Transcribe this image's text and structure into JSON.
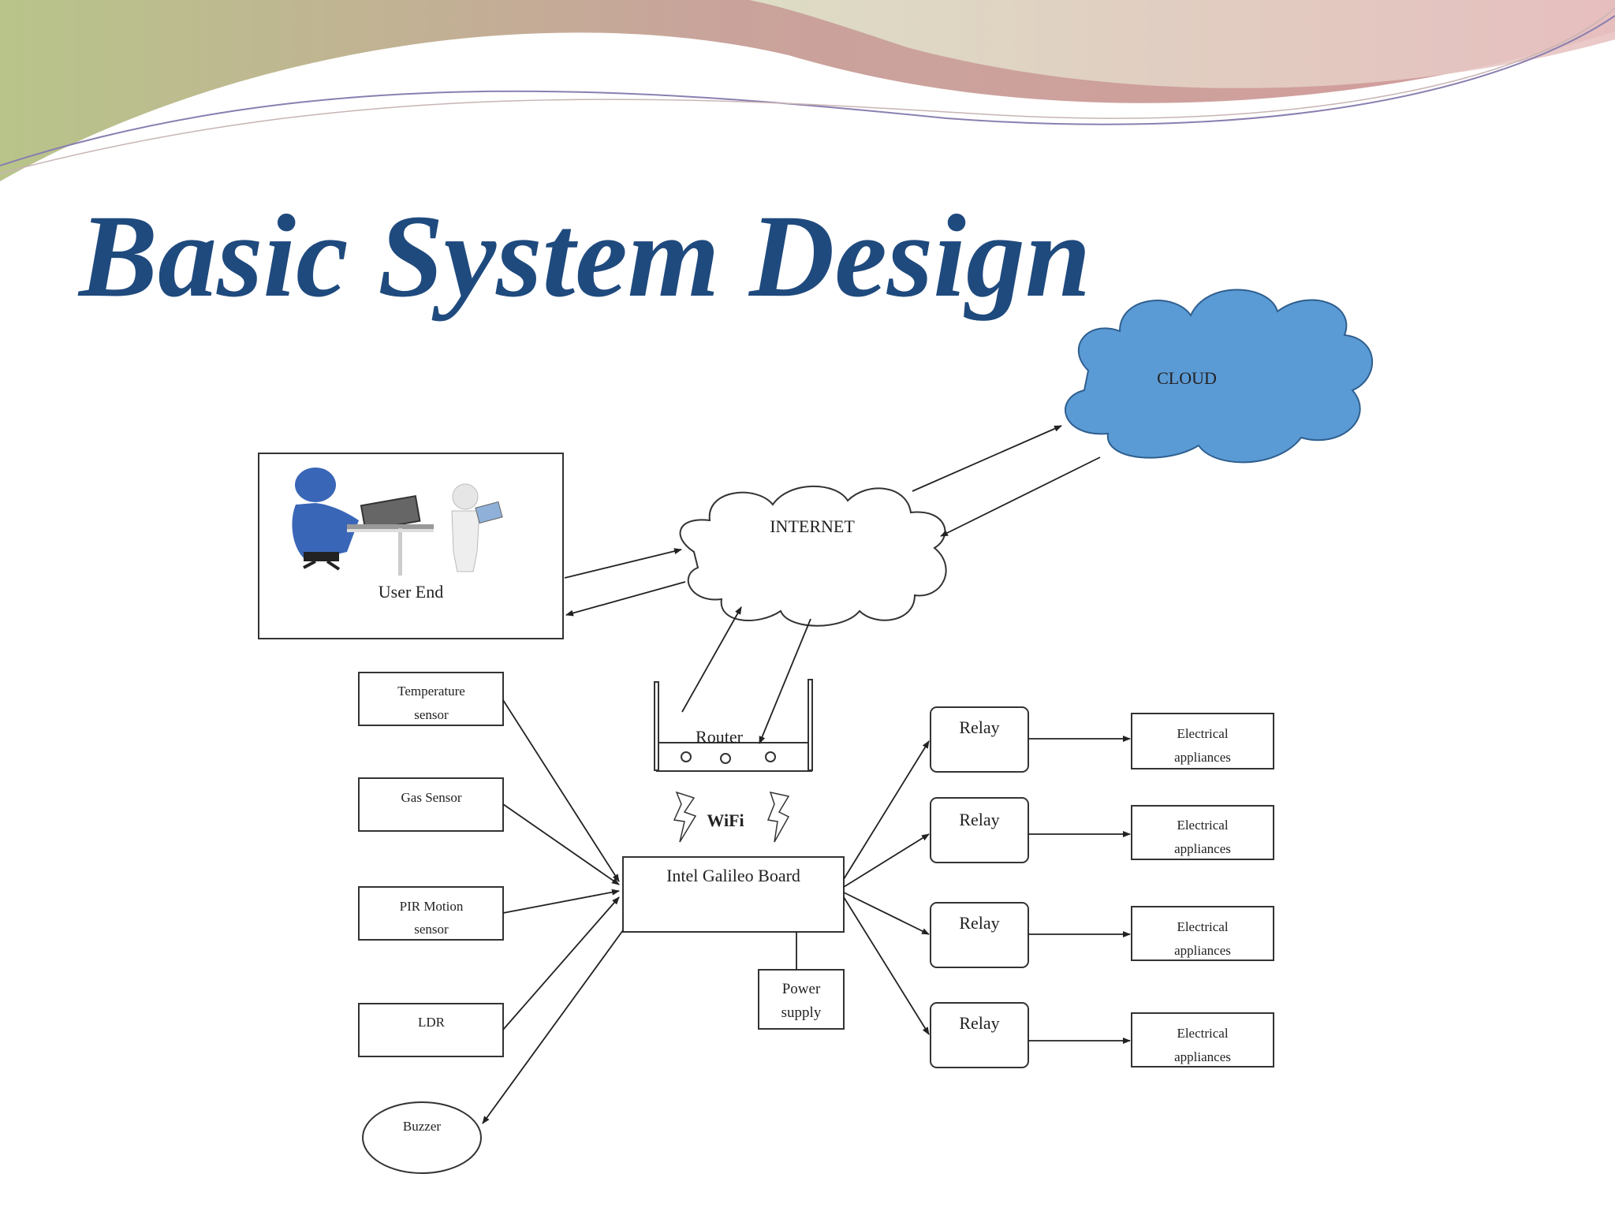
{
  "slide": {
    "title": "Basic System Design"
  },
  "diagram": {
    "cloud": "CLOUD",
    "internet": "INTERNET",
    "user_end": "User End",
    "router": "Router",
    "wifi": "WiFi",
    "board": "Intel Galileo Board",
    "power": [
      "Power",
      "supply"
    ],
    "sensors": {
      "temperature": [
        "Temperature",
        "sensor"
      ],
      "gas": "Gas Sensor",
      "pir": [
        "PIR Motion",
        "sensor"
      ],
      "ldr": "LDR"
    },
    "buzzer": "Buzzer",
    "relays": [
      "Relay",
      "Relay",
      "Relay",
      "Relay"
    ],
    "appliances": [
      [
        "Electrical",
        "appliances"
      ],
      [
        "Electrical",
        "appliances"
      ],
      [
        "Electrical",
        "appliances"
      ],
      [
        "Electrical",
        "appliances"
      ]
    ]
  },
  "colors": {
    "title": "#1f4a7e",
    "cloud_fill": "#5b9bd5",
    "cloud_stroke": "#2f5f8f",
    "banner_pink": "#d4a0a0",
    "banner_green": "#b8c48a"
  },
  "icons": [
    "user-at-laptop-icon",
    "person-with-tablet-icon",
    "router-icon",
    "lightning-bolt-icon"
  ]
}
